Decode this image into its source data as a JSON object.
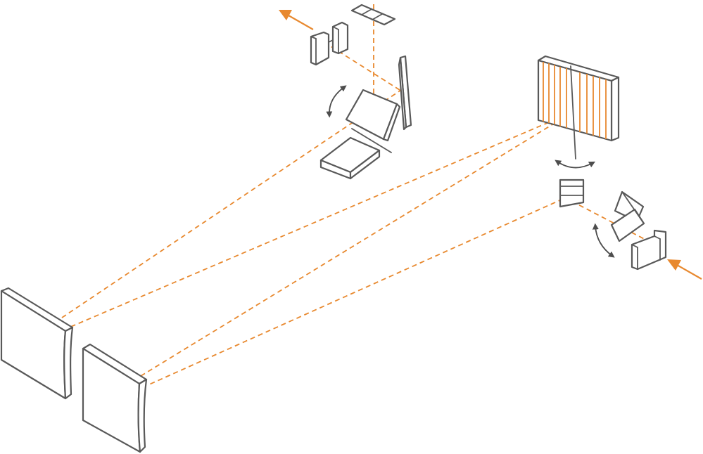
{
  "colors": {
    "part_outline": "#595959",
    "laser_beam": "#e8892f",
    "rotation_arrow": "#4d4d4d",
    "background": "#ffffff"
  },
  "components": [
    {
      "name": "input-beam",
      "icon": "arrow-icon"
    },
    {
      "name": "output-beam",
      "icon": "arrow-icon"
    },
    {
      "name": "input-periscope-mirror",
      "icon": "mirror-icon"
    },
    {
      "name": "input-rotating-mirror",
      "icon": "mirror-icon"
    },
    {
      "name": "diffraction-grating",
      "icon": "grating-icon"
    },
    {
      "name": "fold-mirror",
      "icon": "mirror-icon"
    },
    {
      "name": "concave-mirror-1",
      "icon": "mirror-icon"
    },
    {
      "name": "concave-mirror-2",
      "icon": "mirror-icon"
    },
    {
      "name": "output-rotating-mirror",
      "icon": "mirror-icon"
    },
    {
      "name": "output-tall-mirror",
      "icon": "mirror-icon"
    },
    {
      "name": "output-periscope-mirror",
      "icon": "mirror-icon"
    },
    {
      "name": "detector-array",
      "icon": "sensor-icon"
    },
    {
      "name": "beam-dump",
      "icon": "block-icon"
    }
  ]
}
